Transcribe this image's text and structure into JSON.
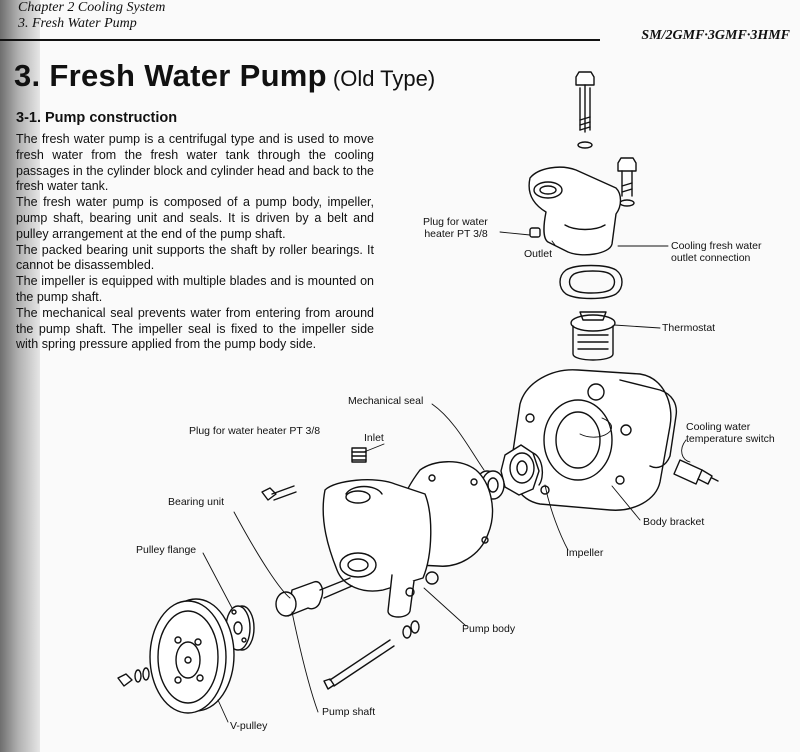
{
  "header": {
    "chapter": "Chapter 2 Cooling System",
    "section": "3. Fresh Water Pump",
    "model": "SM/2GMF·3GMF·3HMF"
  },
  "title": {
    "main": "3. Fresh Water Pump",
    "sub": "(Old Type)"
  },
  "subheading": "3-1. Pump construction",
  "paragraphs": [
    "The fresh water pump is a centrifugal type and is used to move fresh water from the fresh water tank through the cooling passages in the cylinder block and cylinder head and back to the fresh water tank.",
    "The fresh water pump is composed of a pump body, impeller, pump shaft, bearing unit and seals. It is driven by a belt and pulley arrangement at the end of the pump shaft.",
    "The packed bearing unit supports the shaft by roller bearings. It cannot be disassembled.",
    "The impeller is equipped with multiple blades and is mounted on the pump shaft.",
    "The mechanical seal prevents water from entering from around the pump shaft. The impeller seal is fixed to the impeller side with spring pressure applied from the pump body side."
  ],
  "labels": {
    "plug_outlet": "Plug for water\nheater PT 3/8",
    "outlet": "Outlet",
    "cooling_outlet_connection": "Cooling fresh water\noutlet connection",
    "thermostat": "Thermostat",
    "mechanical_seal": "Mechanical seal",
    "plug_inlet": "Plug for water heater PT 3/8",
    "inlet": "Inlet",
    "cooling_temp_switch": "Cooling water\ntemperature switch",
    "bearing_unit": "Bearing unit",
    "pulley_flange": "Pulley flange",
    "body_bracket": "Body bracket",
    "impeller": "Impeller",
    "pump_body": "Pump body",
    "v_pulley": "V-pulley",
    "pump_shaft": "Pump shaft"
  }
}
